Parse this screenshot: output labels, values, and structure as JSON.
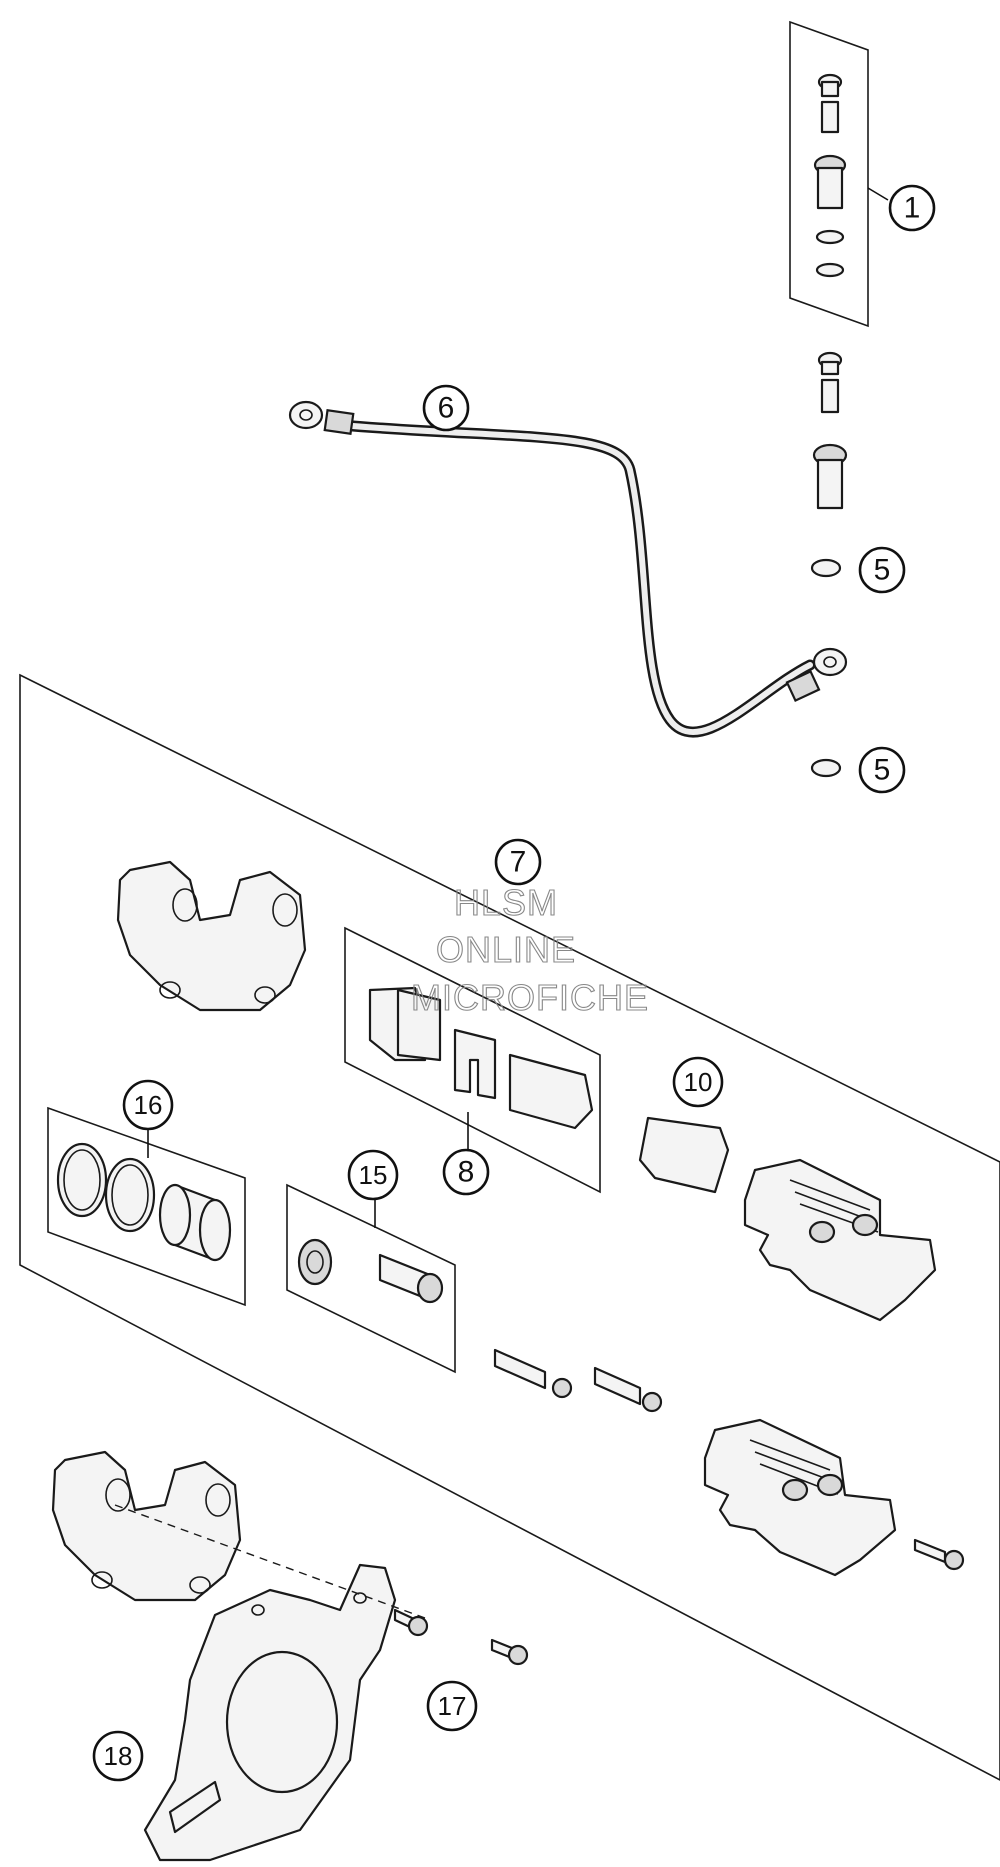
{
  "watermark": {
    "line1": "HLSM",
    "line2": "ONLINE",
    "line3": "MICROFICHE"
  },
  "callouts": {
    "c1": "1",
    "c5a": "5",
    "c5b": "5",
    "c6": "6",
    "c7": "7",
    "c8": "8",
    "c10": "10",
    "c15": "15",
    "c16": "16",
    "c17": "17",
    "c18": "18"
  },
  "colors": {
    "line": "#1a1a1a",
    "fill": "#f4f4f4",
    "watermark": "#888888"
  }
}
